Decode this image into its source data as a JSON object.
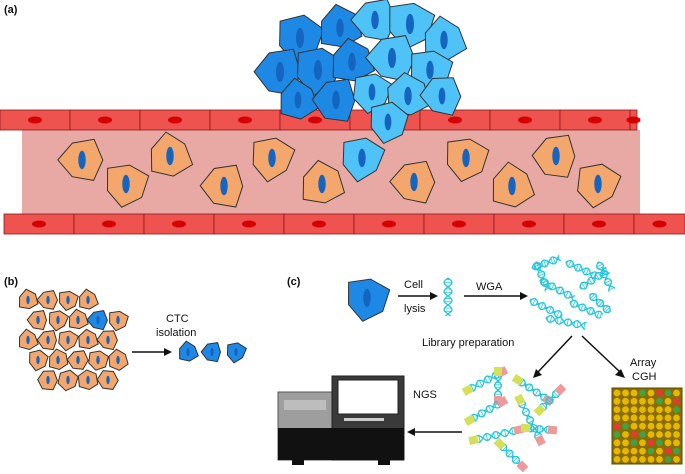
{
  "panels": {
    "a": {
      "label": "(a)"
    },
    "b": {
      "label": "(b)",
      "ctc_line1": "CTC",
      "ctc_line2": "isolation"
    },
    "c": {
      "label": "(c)",
      "cell_line1": "Cell",
      "cell_line2": "lysis",
      "wga": "WGA",
      "library": "Library preparation",
      "array_line1": "Array",
      "array_line2": "CGH",
      "ngs": "NGS"
    }
  },
  "colors": {
    "vessel_wall": "#ef5350",
    "vessel_nucleus": "#d50000",
    "lumen": "#e8a8a4",
    "blood_cell": "#f4a76c",
    "tumor_dark": "#1e88e5",
    "tumor_light": "#4fc3f7",
    "nucleus_blue": "#1565c0",
    "dna": "#26c6da",
    "adapter_green": "#d4e157",
    "adapter_pink": "#ef9a9a",
    "array_yellow": "#e6b800"
  }
}
